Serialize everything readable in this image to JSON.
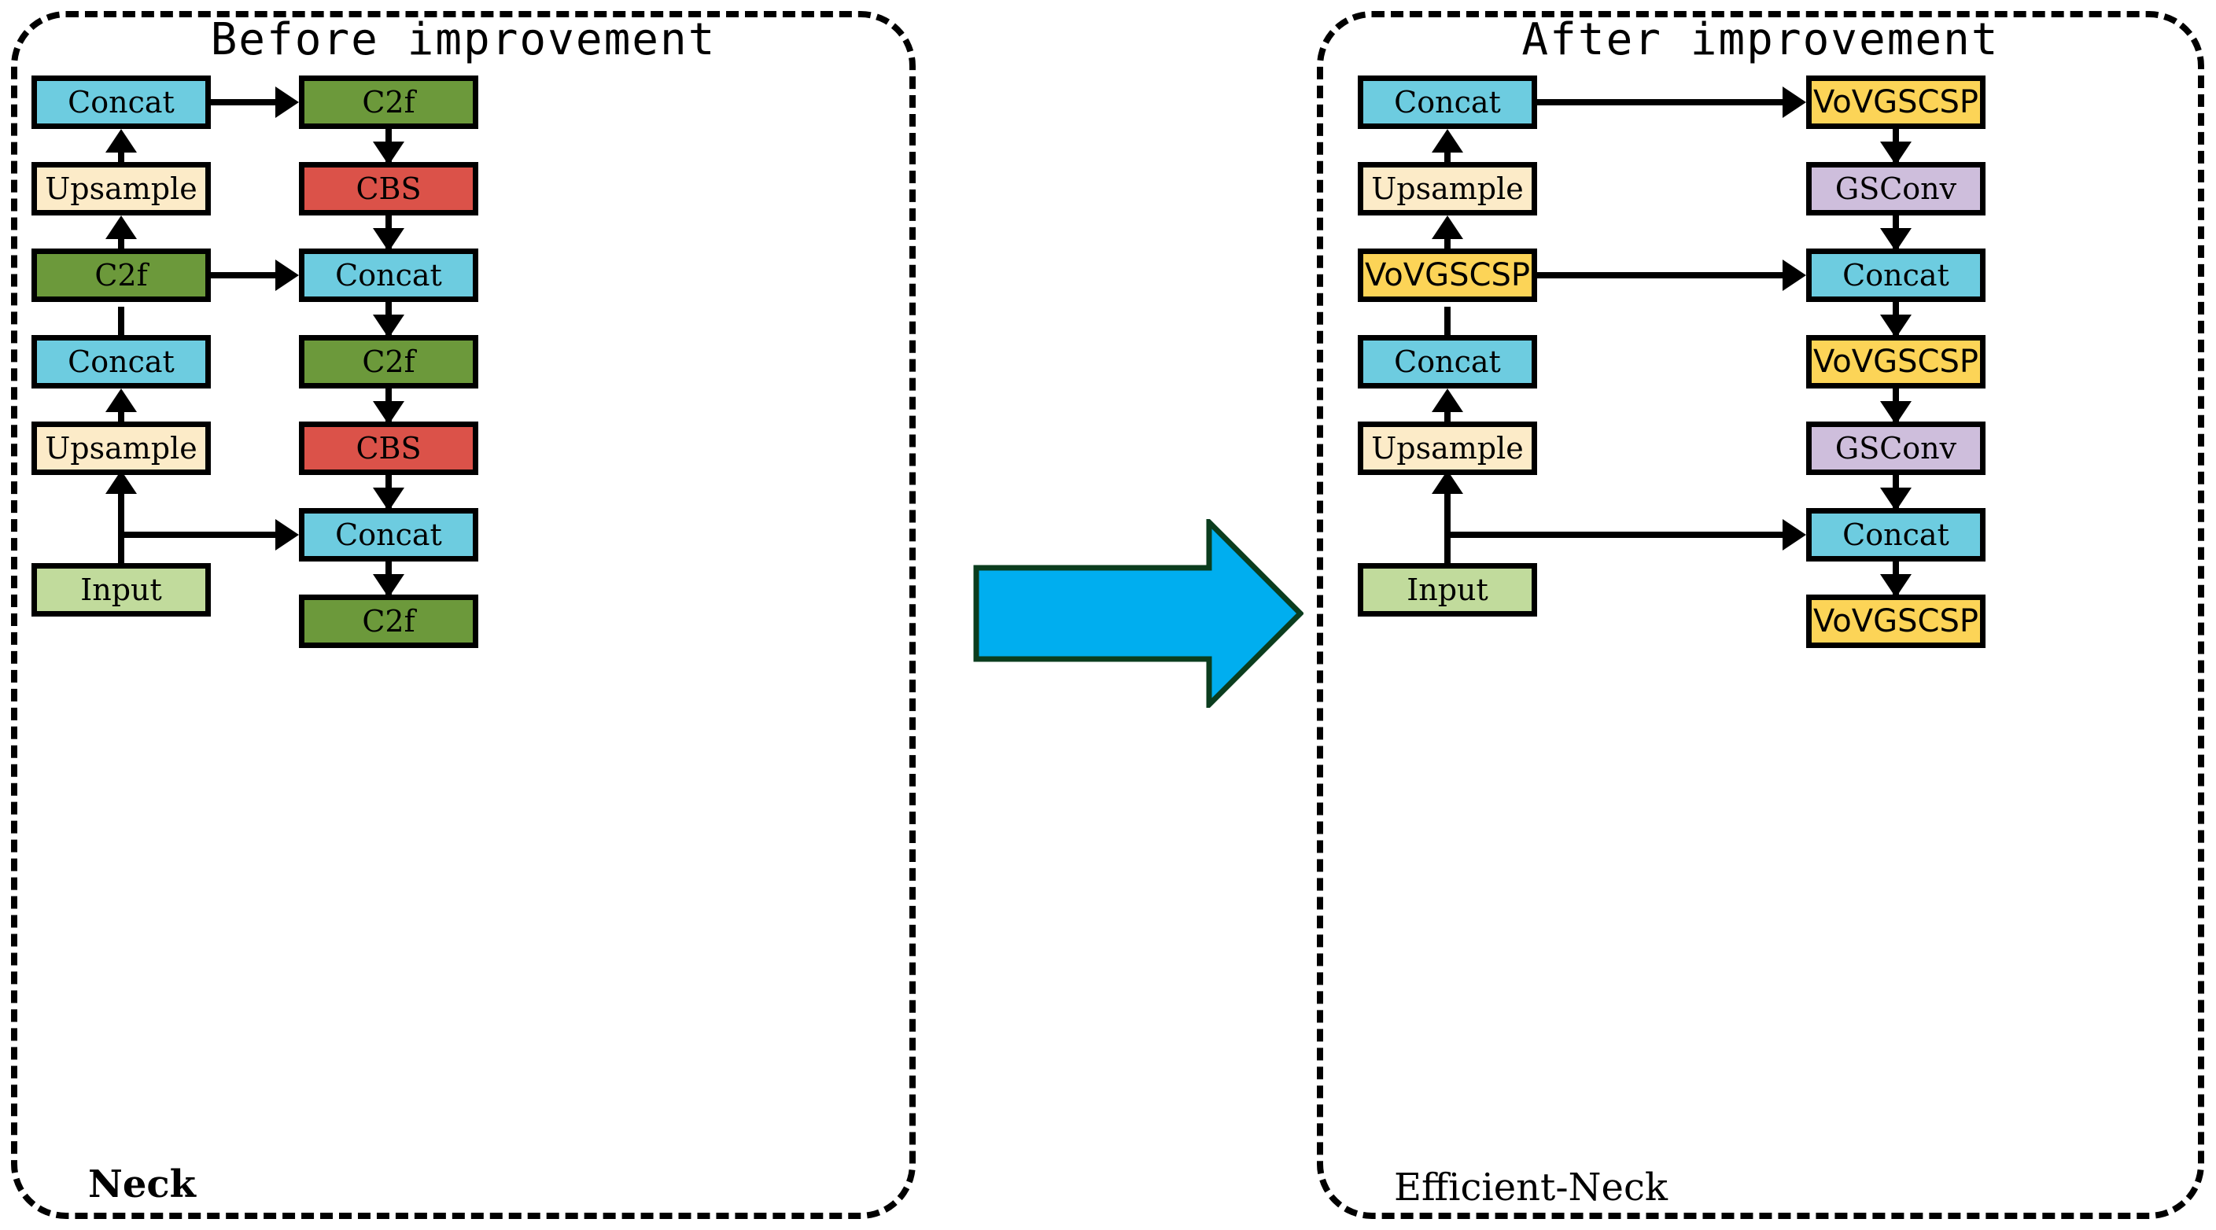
{
  "diagram": {
    "title_left": "Before improvement",
    "title_right": "After improvement",
    "footer_left": "Neck",
    "footer_right": "Efficient-Neck",
    "transition_arrow": {
      "name": "improvement-arrow",
      "fill": "#00AEEF",
      "stroke": "#0B3D1E",
      "direction": "right"
    }
  },
  "palette": {
    "concat": "#6DCCE0",
    "upsample": "#FCEBC8",
    "c2f": "#6C993B",
    "cbs": "#DB5249",
    "input": "#C1DB9C",
    "vovgscsp": "#FCD457",
    "gsconv": "#CEBEDC",
    "border": "#000000",
    "arrow_fill": "#00AEEF",
    "arrow_stroke": "#0B3D1E"
  },
  "left_panel": {
    "name": "before-improvement-panel",
    "column_left": [
      {
        "label": "Concat",
        "type": "concat",
        "font": "mono"
      },
      {
        "label": "Upsample",
        "type": "upsample",
        "font": "mono"
      },
      {
        "label": "C2f",
        "type": "c2f",
        "font": "mono"
      },
      {
        "label": "Concat",
        "type": "concat",
        "font": "mono"
      },
      {
        "label": "Upsample",
        "type": "upsample",
        "font": "mono"
      },
      {
        "label": "Input",
        "type": "input",
        "font": "mono"
      }
    ],
    "column_right": [
      {
        "label": "C2f",
        "type": "c2f",
        "font": "mono"
      },
      {
        "label": "CBS",
        "type": "cbs",
        "font": "mono"
      },
      {
        "label": "Concat",
        "type": "concat",
        "font": "mono"
      },
      {
        "label": "C2f",
        "type": "c2f",
        "font": "mono"
      },
      {
        "label": "CBS",
        "type": "cbs",
        "font": "mono"
      },
      {
        "label": "Concat",
        "type": "concat",
        "font": "mono"
      },
      {
        "label": "C2f",
        "type": "c2f",
        "font": "mono"
      }
    ]
  },
  "right_panel": {
    "name": "after-improvement-panel",
    "column_left": [
      {
        "label": "Concat",
        "type": "concat",
        "font": "mono"
      },
      {
        "label": "Upsample",
        "type": "upsample",
        "font": "mono"
      },
      {
        "label": "VoVGSCSP",
        "type": "vovgscsp",
        "font": "sans"
      },
      {
        "label": "Concat",
        "type": "concat",
        "font": "mono"
      },
      {
        "label": "Upsample",
        "type": "upsample",
        "font": "mono"
      },
      {
        "label": "Input",
        "type": "input",
        "font": "mono"
      }
    ],
    "column_right": [
      {
        "label": "VoVGSCSP",
        "type": "vovgscsp",
        "font": "sans"
      },
      {
        "label": "GSConv",
        "type": "gsconv",
        "font": "mono"
      },
      {
        "label": "Concat",
        "type": "concat",
        "font": "mono"
      },
      {
        "label": "VoVGSCSP",
        "type": "vovgscsp",
        "font": "sans"
      },
      {
        "label": "GSConv",
        "type": "gsconv",
        "font": "mono"
      },
      {
        "label": "Concat",
        "type": "concat",
        "font": "mono"
      },
      {
        "label": "VoVGSCSP",
        "type": "vovgscsp",
        "font": "sans"
      }
    ]
  }
}
